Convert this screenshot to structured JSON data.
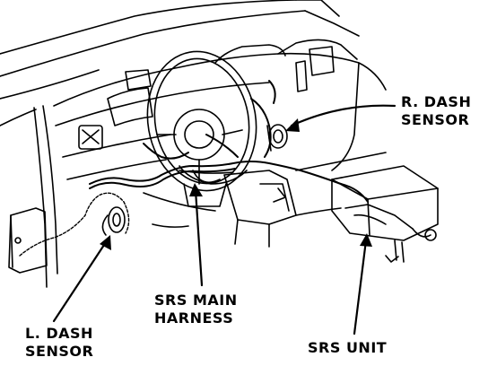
{
  "labels": {
    "r_dash_sensor": {
      "line1": "R. DASH",
      "line2": "SENSOR"
    },
    "srs_main_harness": {
      "line1": "SRS MAIN",
      "line2": "HARNESS"
    },
    "l_dash_sensor": {
      "line1": "L. DASH",
      "line2": "SENSOR"
    },
    "srs_unit": {
      "line1": "SRS UNIT"
    }
  },
  "colors": {
    "ink": "#000000",
    "paper": "#ffffff"
  }
}
